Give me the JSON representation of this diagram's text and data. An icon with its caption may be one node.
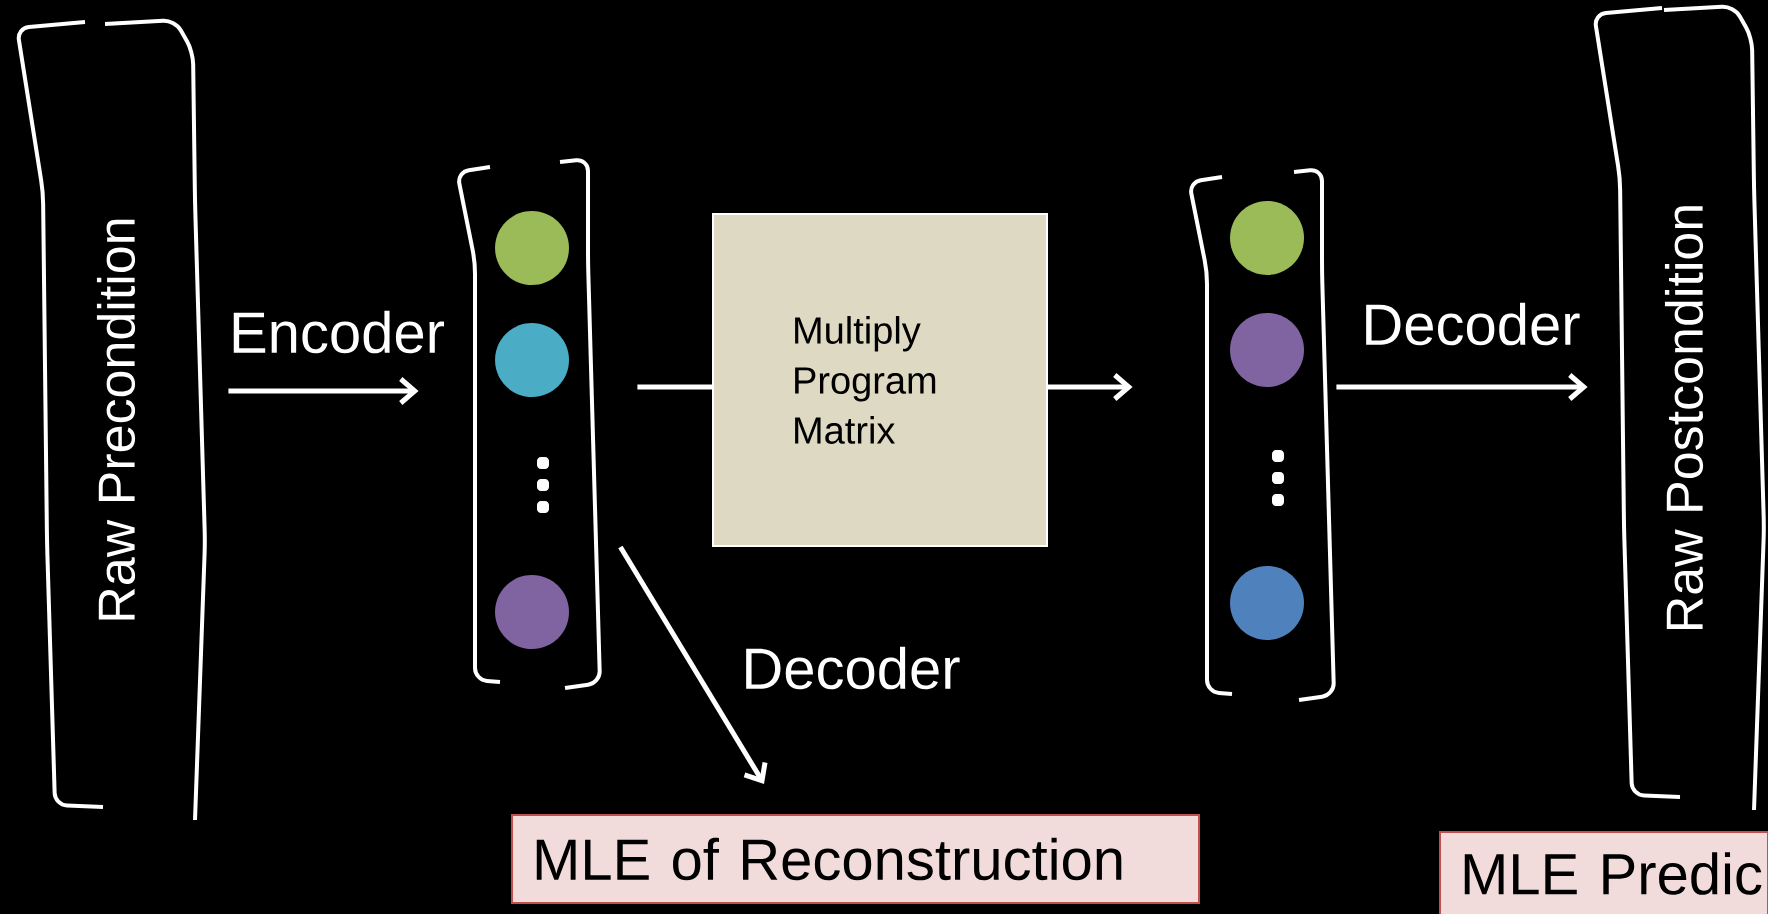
{
  "diagram": {
    "nodes": [
      {
        "text": [
          "Raw Precondition"
        ]
      },
      {
        "text": [],
        "shape": "box"
      },
      {
        "text": [],
        "shape": "circle",
        "in": 1
      },
      {
        "text": [],
        "shape": "circle",
        "in": 1
      },
      {
        "text": [],
        "shape": "circle",
        "in": 1
      },
      {
        "text": [
          "Multiply Program Matrix"
        ]
      },
      {
        "text": [],
        "shape": "box"
      },
      {
        "text": [],
        "shape": "circle",
        "in": 6
      },
      {
        "text": [],
        "shape": "circle",
        "in": 6
      },
      {
        "text": [],
        "shape": "circle",
        "in": 6
      },
      {
        "text": [
          "Raw Postcondition"
        ]
      },
      {
        "text": [
          "MLE of Reconstruction"
        ]
      },
      {
        "text": [
          "MLE Predic"
        ]
      }
    ],
    "edges": [
      {
        "from": 0,
        "to": 1,
        "arrow": "to",
        "label": "Encoder"
      },
      {
        "from": 1,
        "to": 5,
        "arrow": "none"
      },
      {
        "from": 5,
        "to": 6,
        "arrow": "to"
      },
      {
        "from": 6,
        "to": 10,
        "arrow": "to",
        "label": "Decoder"
      },
      {
        "from": 1,
        "to": 11,
        "arrow": "to",
        "label": "Decoder"
      }
    ]
  }
}
